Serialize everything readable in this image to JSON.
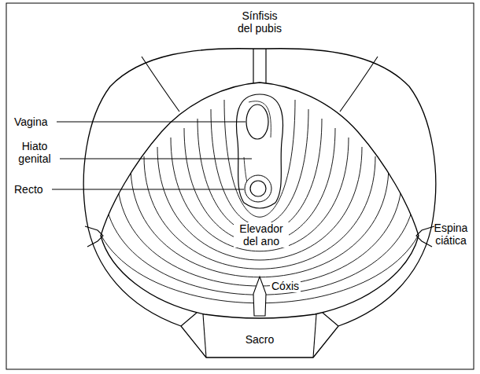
{
  "diagram": {
    "labels": [
      "Sínfisis del pubis",
      "Vagina",
      "Hiato genital",
      "Recto",
      "Espina ciática",
      "Elevador del ano",
      "Cóxis",
      "Sacro"
    ]
  }
}
